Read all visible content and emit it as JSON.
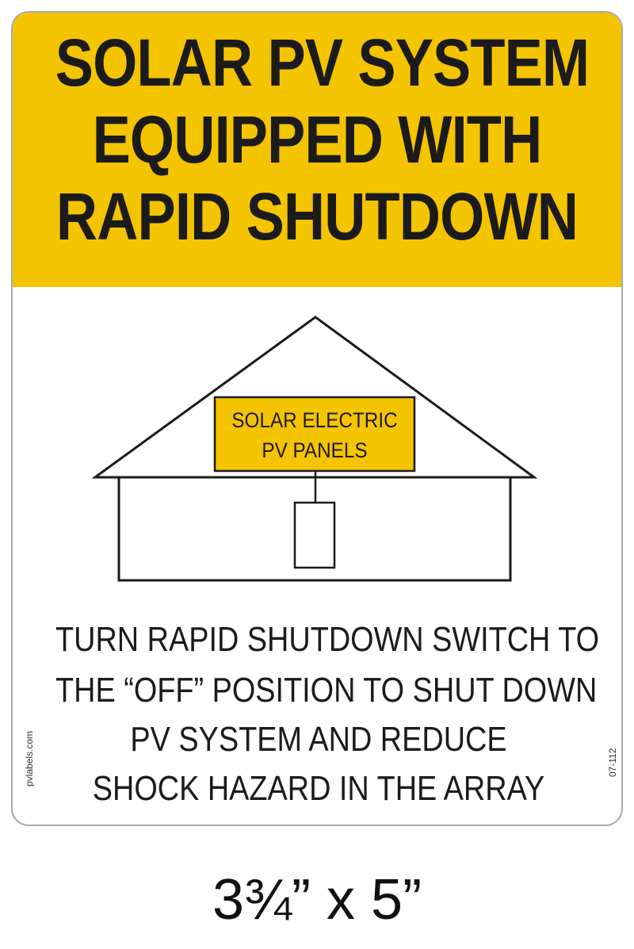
{
  "sign": {
    "header_lines": [
      "SOLAR PV SYSTEM",
      "EQUIPPED WITH",
      "RAPID SHUTDOWN"
    ],
    "panel_label_lines": [
      "SOLAR ELECTRIC",
      "PV PANELS"
    ],
    "instruction_lines": [
      "TURN RAPID SHUTDOWN SWITCH TO",
      "THE “OFF” POSITION TO SHUT DOWN",
      "PV SYSTEM AND REDUCE",
      "SHOCK HAZARD IN THE ARRAY"
    ],
    "website": "pvlabels.com",
    "part_number": "07-112"
  },
  "size_caption": "3¾” x 5”",
  "colors": {
    "header_yellow": "#f5c400",
    "text": "#1b1b1b",
    "border": "#a9a9a9"
  }
}
